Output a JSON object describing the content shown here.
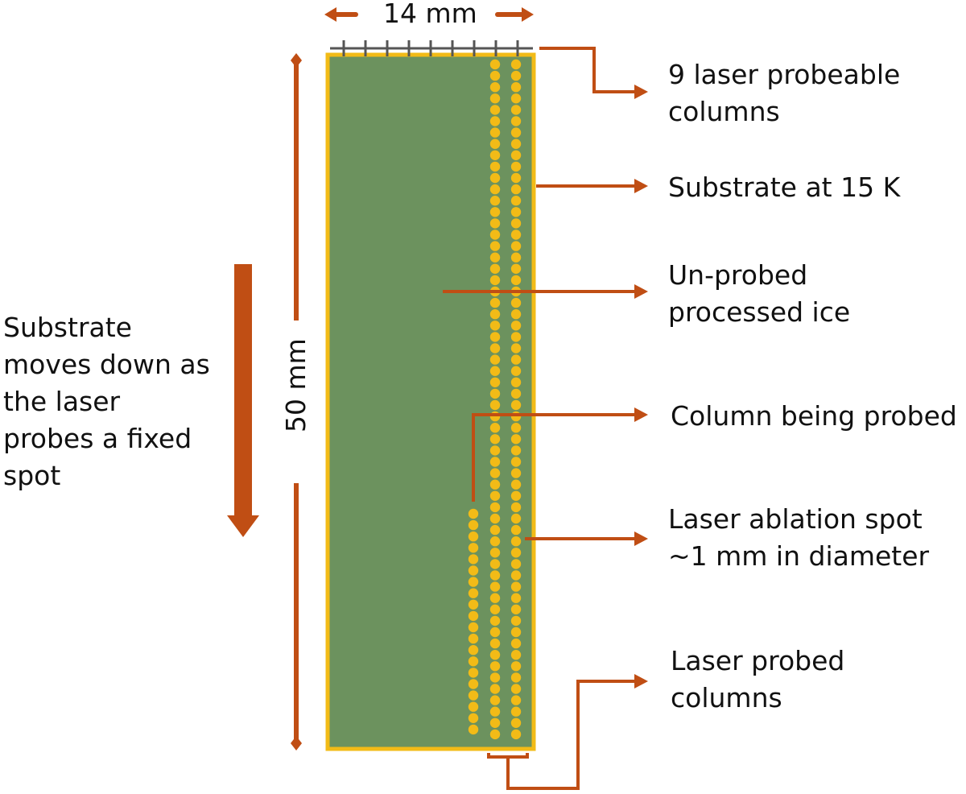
{
  "dimensions": {
    "width_label": "14 mm",
    "height_label": "50 mm"
  },
  "labels": {
    "probeable_columns": [
      "9 laser probeable",
      "columns"
    ],
    "substrate_temp": [
      "Substrate at 15 K"
    ],
    "unprobed_ice": [
      "Un-probed",
      "processed ice"
    ],
    "column_being_probed": [
      "Column being probed"
    ],
    "ablation_spot": [
      "Laser ablation spot",
      "~1 mm in diameter"
    ],
    "probed_columns": [
      "Laser probed",
      "columns"
    ]
  },
  "motion_note": [
    "Substrate",
    "moves down as",
    "the laser",
    "probes a fixed",
    "spot"
  ],
  "colors": {
    "arrow": "#c04e14",
    "substrate_fill": "#6c925e",
    "substrate_border": "#f2bb17",
    "spot": "#f2bb17",
    "tick": "#555555"
  }
}
